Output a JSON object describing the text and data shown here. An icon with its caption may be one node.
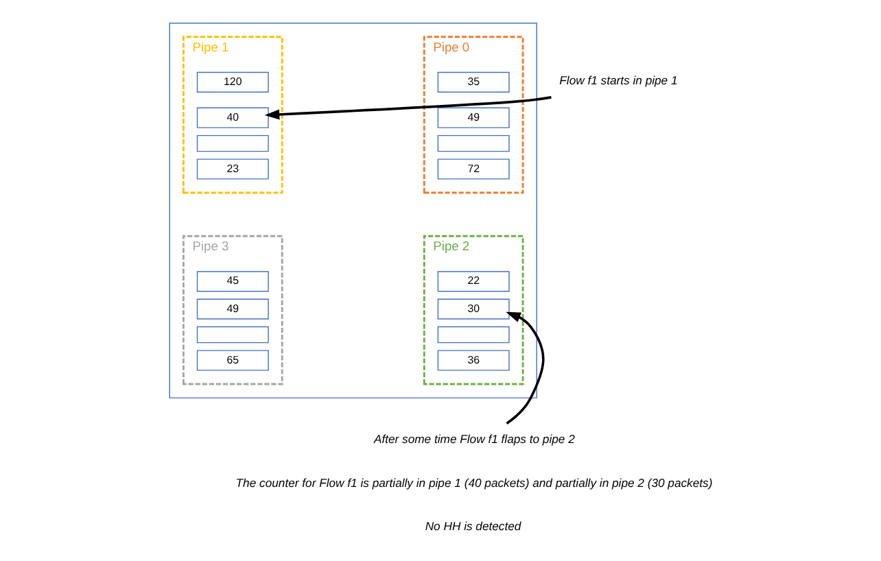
{
  "diagram": {
    "nodes": [
      {
        "text": [],
        "shape": "box"
      },
      {
        "text": [
          "Pipe 0"
        ],
        "in": 0
      },
      {
        "text": [
          "35"
        ],
        "in": 1
      },
      {
        "text": [
          "49"
        ],
        "in": 1
      },
      {
        "text": [],
        "shape": "box",
        "in": 1
      },
      {
        "text": [
          "72"
        ],
        "in": 1
      },
      {
        "text": [
          "Pipe 1"
        ],
        "in": 0
      },
      {
        "text": [
          "120"
        ],
        "in": 6
      },
      {
        "text": [
          "40"
        ],
        "in": 6
      },
      {
        "text": [],
        "shape": "box",
        "in": 6
      },
      {
        "text": [
          "23"
        ],
        "in": 6
      },
      {
        "text": [
          "Pipe 2"
        ],
        "in": 0
      },
      {
        "text": [
          "22"
        ],
        "in": 11
      },
      {
        "text": [
          "30"
        ],
        "in": 11
      },
      {
        "text": [],
        "shape": "box",
        "in": 11
      },
      {
        "text": [
          "36"
        ],
        "in": 11
      },
      {
        "text": [
          "Pipe 3"
        ],
        "in": 0
      },
      {
        "text": [
          "45"
        ],
        "in": 16
      },
      {
        "text": [
          "49"
        ],
        "in": 16
      },
      {
        "text": [],
        "shape": "box",
        "in": 16
      },
      {
        "text": [
          "65"
        ],
        "in": 16
      },
      {
        "text": [
          "Flow f1 starts in pipe 1"
        ]
      },
      {
        "text": [
          "After some time Flow f1 flaps to pipe 2"
        ]
      }
    ],
    "edges": [
      {
        "from": 21,
        "to": 8,
        "arrow": "to"
      },
      {
        "from": 22,
        "to": 13,
        "arrow": "to"
      }
    ],
    "labels": [
      "The counter for Flow f1 is partially in pipe 1 (40 packets) and partially in pipe 2 (30 packets)",
      "No HH is detected"
    ]
  }
}
